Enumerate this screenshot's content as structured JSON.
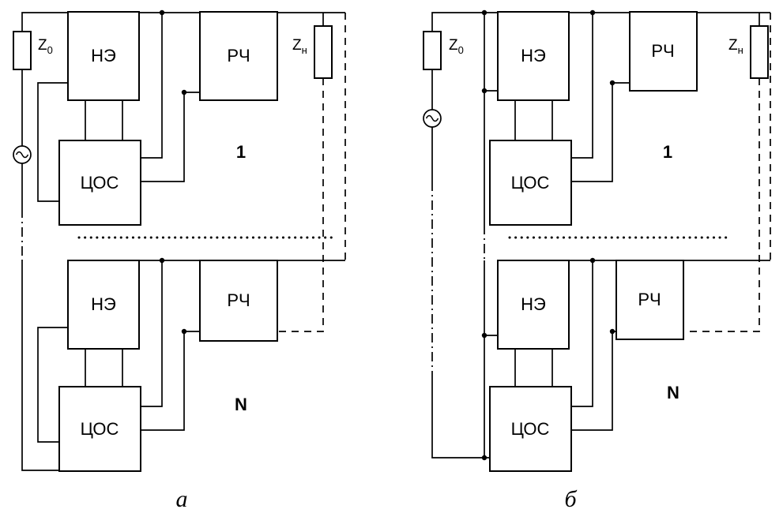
{
  "figure_type": "circuit-block-diagram",
  "colors": {
    "background": "#ffffff",
    "line": "#000000"
  },
  "labels": {
    "nonlinear_element": "НЭ",
    "digital_processing": "ЦОС",
    "rf_block": "РЧ",
    "stage_first": "1",
    "stage_last": "N",
    "z_source": {
      "main": "Z",
      "sub": "0"
    },
    "z_load": {
      "main": "Z",
      "sub": "н"
    },
    "caption_left": "а",
    "caption_right": "б"
  }
}
